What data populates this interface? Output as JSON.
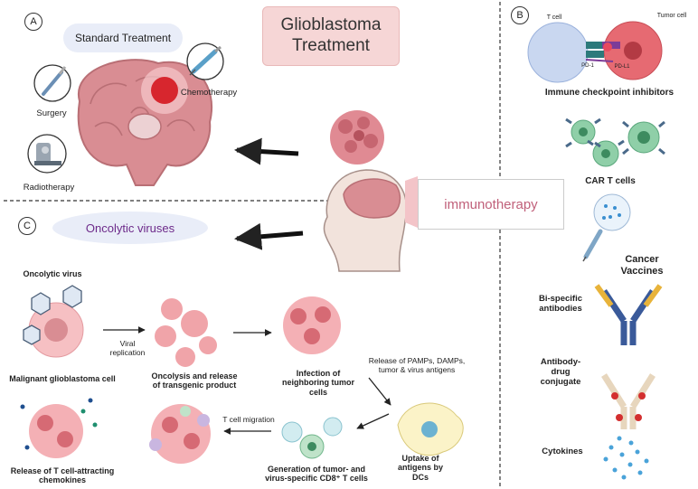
{
  "title": "Glioblastoma\nTreatment",
  "panel_a": {
    "letter": "A",
    "heading": "Standard Treatment",
    "surgery": "Surgery",
    "chemotherapy": "Chemotherapy",
    "radiotherapy": "Radiotherapy"
  },
  "center": {
    "immunotherapy": "immunotherapy"
  },
  "panel_b": {
    "letter": "B",
    "t_cell": "T cell",
    "tumor_cell": "Tumor cell",
    "pd1": "PD-1",
    "pdl1": "PD-L1",
    "checkpoint": "Immune checkpoint inhibitors",
    "car_t": "CAR T cells",
    "vaccines": "Cancer\nVaccines",
    "bispecific": "Bi-specific\nantibodies",
    "adc": "Antibody-\ndrug\nconjugate",
    "cytokines": "Cytokines"
  },
  "panel_c": {
    "letter": "C",
    "heading": "Oncolytic viruses",
    "oncolytic_virus": "Oncolytic virus",
    "viral_replication": "Viral\nreplication",
    "malignant_cell": "Malignant glioblastoma cell",
    "oncolysis": "Oncolysis and release\nof transgenic product",
    "infection": "Infection of\nneighboring tumor\ncells",
    "release_pamps": "Release of PAMPs, DAMPs,\ntumor & virus antigens",
    "uptake": "Uptake of\nantigens by\nDCs",
    "t_cell_migration": "T cell migration",
    "generation": "Generation of tumor- and\nvirus-specific CD8⁺ T cells",
    "release_chemokines": "Release of T cell-attracting\nchemokines"
  }
}
